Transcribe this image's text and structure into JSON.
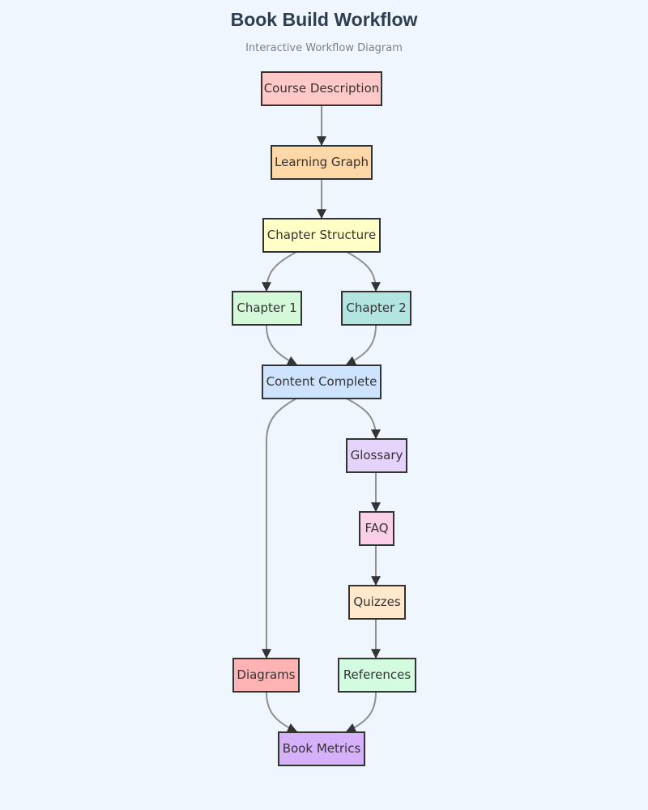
{
  "header": {
    "title": "Book Build Workflow",
    "subtitle": "Interactive Workflow Diagram"
  },
  "nodes": {
    "course_description": {
      "label": "Course Description",
      "color": "#ffc9c9"
    },
    "learning_graph": {
      "label": "Learning Graph",
      "color": "#ffd8a8"
    },
    "chapter_structure": {
      "label": "Chapter Structure",
      "color": "#ffffc6"
    },
    "chapter_1": {
      "label": "Chapter 1",
      "color": "#d3f9d8"
    },
    "chapter_2": {
      "label": "Chapter 2",
      "color": "#b2e5e0"
    },
    "content_complete": {
      "label": "Content Complete",
      "color": "#cde3fe"
    },
    "glossary": {
      "label": "Glossary",
      "color": "#e5d3fb"
    },
    "faq": {
      "label": "FAQ",
      "color": "#fbcfe8"
    },
    "quizzes": {
      "label": "Quizzes",
      "color": "#ffe8cc"
    },
    "diagrams": {
      "label": "Diagrams",
      "color": "#ffb3b3"
    },
    "references": {
      "label": "References",
      "color": "#d3fbdf"
    },
    "book_metrics": {
      "label": "Book Metrics",
      "color": "#d6b0f8"
    }
  },
  "edges": [
    [
      "course_description",
      "learning_graph"
    ],
    [
      "learning_graph",
      "chapter_structure"
    ],
    [
      "chapter_structure",
      "chapter_1"
    ],
    [
      "chapter_structure",
      "chapter_2"
    ],
    [
      "chapter_1",
      "content_complete"
    ],
    [
      "chapter_2",
      "content_complete"
    ],
    [
      "content_complete",
      "diagrams"
    ],
    [
      "content_complete",
      "glossary"
    ],
    [
      "glossary",
      "faq"
    ],
    [
      "faq",
      "quizzes"
    ],
    [
      "quizzes",
      "references"
    ],
    [
      "diagrams",
      "book_metrics"
    ],
    [
      "references",
      "book_metrics"
    ]
  ],
  "colors": {
    "background": "#eff6fe",
    "node_border": "#333333",
    "edge": "#8f8f8f",
    "arrowhead": "#333333"
  }
}
